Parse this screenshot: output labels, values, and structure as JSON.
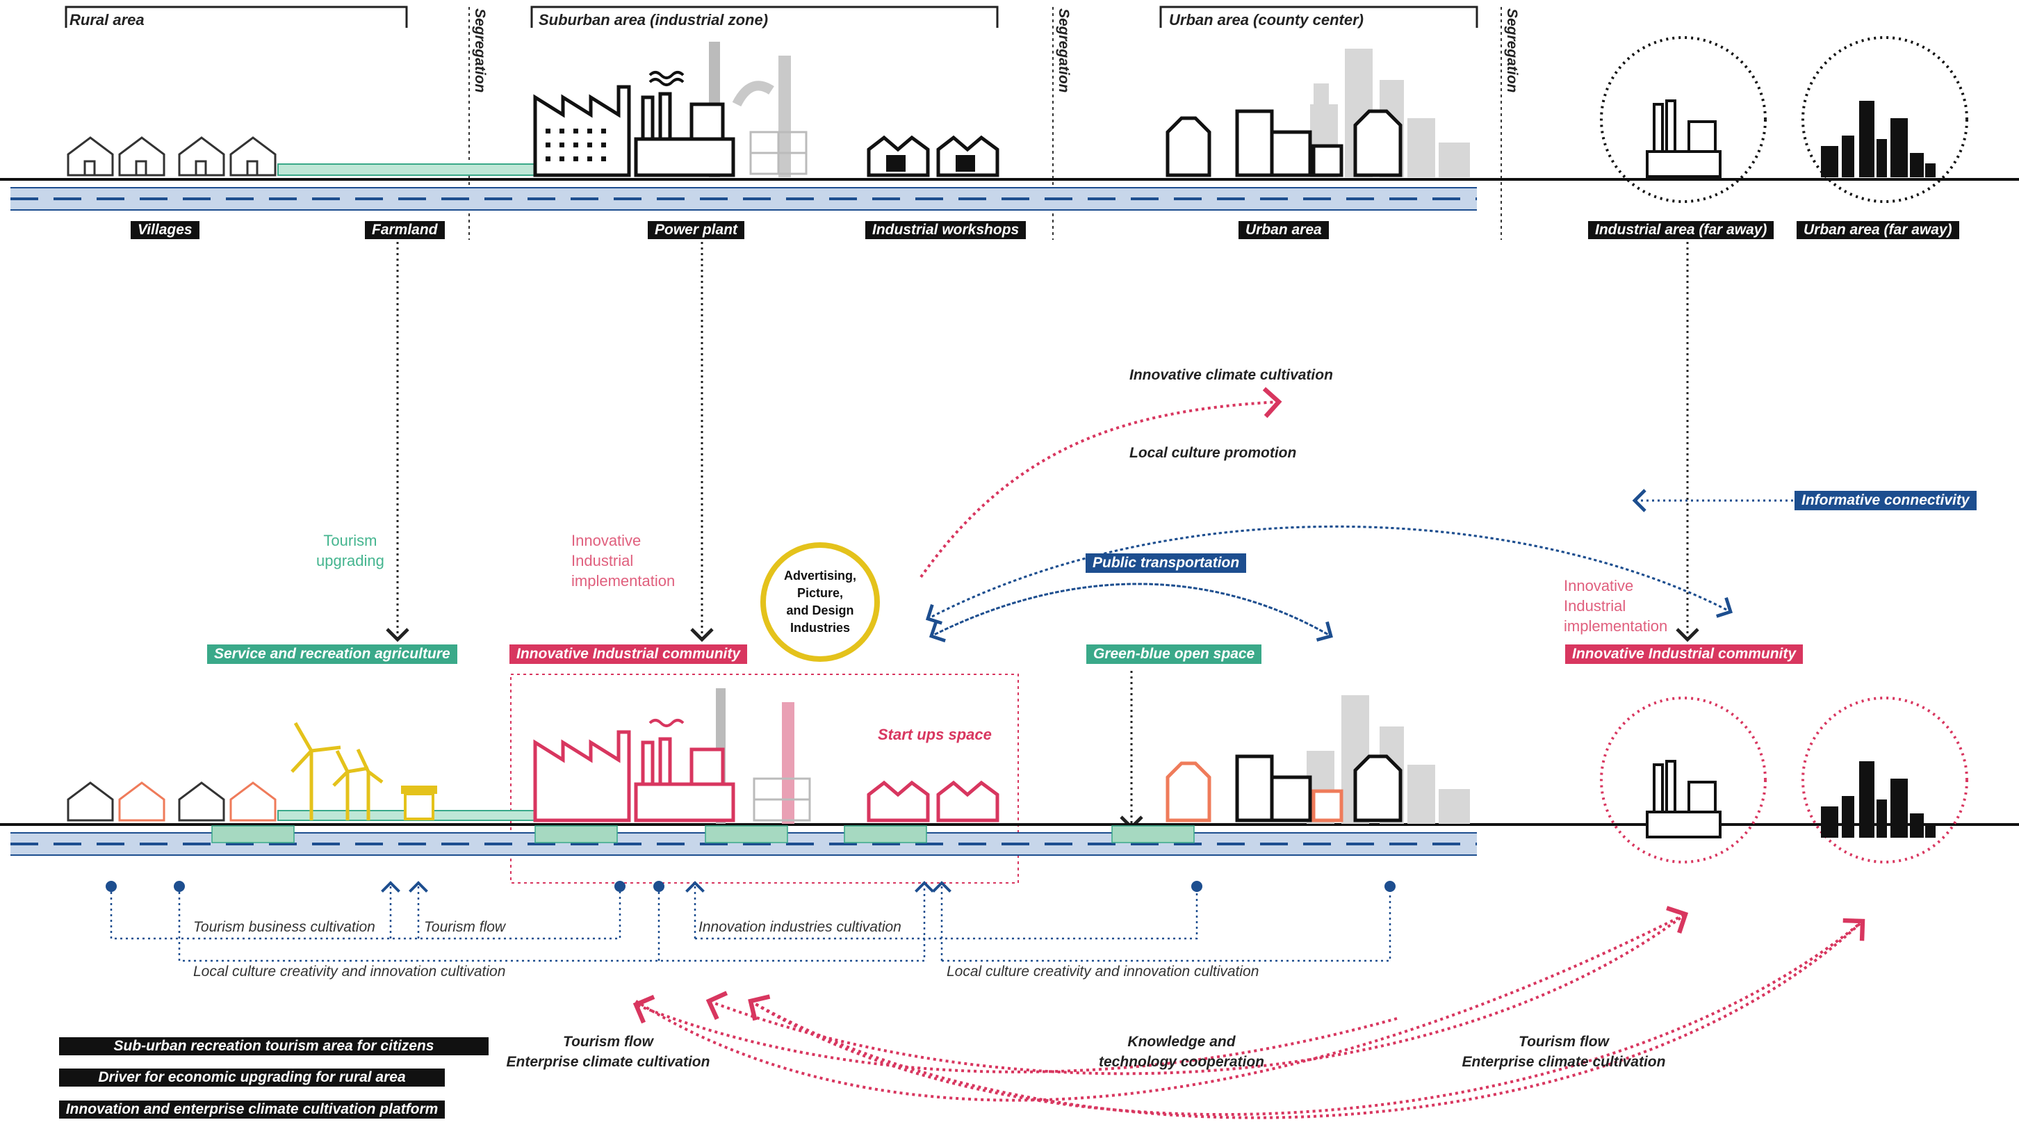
{
  "zones": {
    "rural": "Rural area",
    "suburban": "Suburban area (industrial zone)",
    "urban": "Urban area (county center)",
    "segregation": "Segregation"
  },
  "top_labels": {
    "villages": "Villages",
    "farmland": "Farmland",
    "power_plant": "Power plant",
    "industrial_workshops": "Industrial workshops",
    "urban_area": "Urban area",
    "industrial_far": "Industrial area (far away)",
    "urban_far": "Urban area (far away)"
  },
  "transforms": {
    "tourism_upgrading": [
      "Tourism",
      "upgrading"
    ],
    "innovative_implementation": [
      "Innovative",
      "Industrial",
      "implementation"
    ]
  },
  "flows": {
    "innovative_climate": "Innovative climate cultivation",
    "local_culture_promotion": "Local culture promotion",
    "informative_connectivity": "Informative connectivity",
    "public_transportation": "Public transportation",
    "advertising": [
      "Advertising,",
      "Picture,",
      "and Design",
      "Industries"
    ]
  },
  "middle_tags": {
    "service_agriculture": "Service and recreation agriculture",
    "innovative_community": "Innovative Industrial community",
    "green_blue": "Green-blue open space",
    "startups": "Start ups space"
  },
  "bottom_flows": {
    "tourism_business": "Tourism business cultivation",
    "tourism_flow": "Tourism flow",
    "innovation_industries": "Innovation industries cultivation",
    "local_culture_creativity": "Local culture creativity and innovation cultivation",
    "tourism_flow_left": [
      "Tourism flow",
      "Enterprise climate cultivation"
    ],
    "knowledge": [
      "Knowledge and",
      "technology cooperation"
    ],
    "tourism_flow_right": [
      "Tourism flow",
      "Enterprise climate cultivation"
    ]
  },
  "legend": [
    "Sub-urban recreation tourism area for citizens",
    "Driver for economic upgrading for rural area",
    "Innovation and enterprise climate cultivation platform"
  ],
  "colors": {
    "pink": "#d8365f",
    "navy": "#1d4e8f",
    "green": "#3aa989",
    "yellow": "#e4c21b",
    "orange": "#ef7b5a",
    "grey": "#c8c8c8",
    "black": "#111111"
  }
}
